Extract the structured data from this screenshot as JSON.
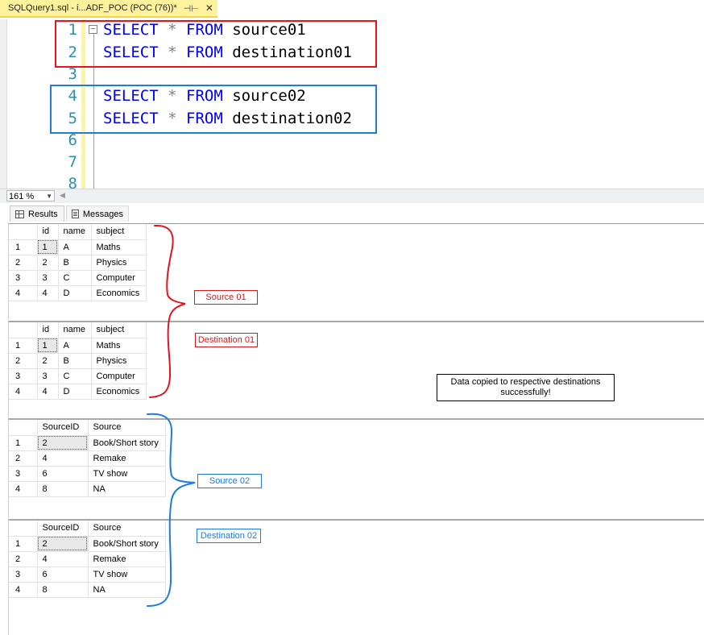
{
  "tab": {
    "title": "SQLQuery1.sql - i...ADF_POC (POC (76))*",
    "pin": "⊣⊢",
    "close": "✕"
  },
  "editor": {
    "line_numbers": [
      "1",
      "2",
      "3",
      "4",
      "5",
      "6",
      "7",
      "8"
    ],
    "lines": [
      {
        "kw1": "SELECT",
        "op": "*",
        "kw2": "FROM",
        "table": "source01"
      },
      {
        "kw1": "SELECT",
        "op": "*",
        "kw2": "FROM",
        "table": "destination01"
      },
      null,
      {
        "kw1": "SELECT",
        "op": "*",
        "kw2": "FROM",
        "table": "source02"
      },
      {
        "kw1": "SELECT",
        "op": "*",
        "kw2": "FROM",
        "table": "destination02"
      }
    ],
    "highlight_colors": {
      "group1": "#e8141c",
      "group2": "#1e7be0"
    }
  },
  "zoom": {
    "value": "161 %"
  },
  "result_tabs": {
    "results": "Results",
    "messages": "Messages"
  },
  "grids": [
    {
      "columns": [
        "id",
        "name",
        "subject"
      ],
      "rows": [
        [
          "1",
          "1",
          "A",
          "Maths"
        ],
        [
          "2",
          "2",
          "B",
          "Physics"
        ],
        [
          "3",
          "3",
          "C",
          "Computer"
        ],
        [
          "4",
          "4",
          "D",
          "Economics"
        ]
      ]
    },
    {
      "columns": [
        "id",
        "name",
        "subject"
      ],
      "rows": [
        [
          "1",
          "1",
          "A",
          "Maths"
        ],
        [
          "2",
          "2",
          "B",
          "Physics"
        ],
        [
          "3",
          "3",
          "C",
          "Computer"
        ],
        [
          "4",
          "4",
          "D",
          "Economics"
        ]
      ]
    },
    {
      "columns": [
        "SourceID",
        "Source"
      ],
      "rows": [
        [
          "1",
          "2",
          "Book/Short story"
        ],
        [
          "2",
          "4",
          "Remake"
        ],
        [
          "3",
          "6",
          "TV show"
        ],
        [
          "4",
          "8",
          "NA"
        ]
      ]
    },
    {
      "columns": [
        "SourceID",
        "Source"
      ],
      "rows": [
        [
          "1",
          "2",
          "Book/Short story"
        ],
        [
          "2",
          "4",
          "Remake"
        ],
        [
          "3",
          "6",
          "TV show"
        ],
        [
          "4",
          "8",
          "NA"
        ]
      ]
    }
  ],
  "annotations": {
    "source01": "Source 01",
    "destination01": "Destination 01",
    "source02": "Source 02",
    "destination02": "Destination 02",
    "message": "Data copied to respective destinations successfully!"
  }
}
